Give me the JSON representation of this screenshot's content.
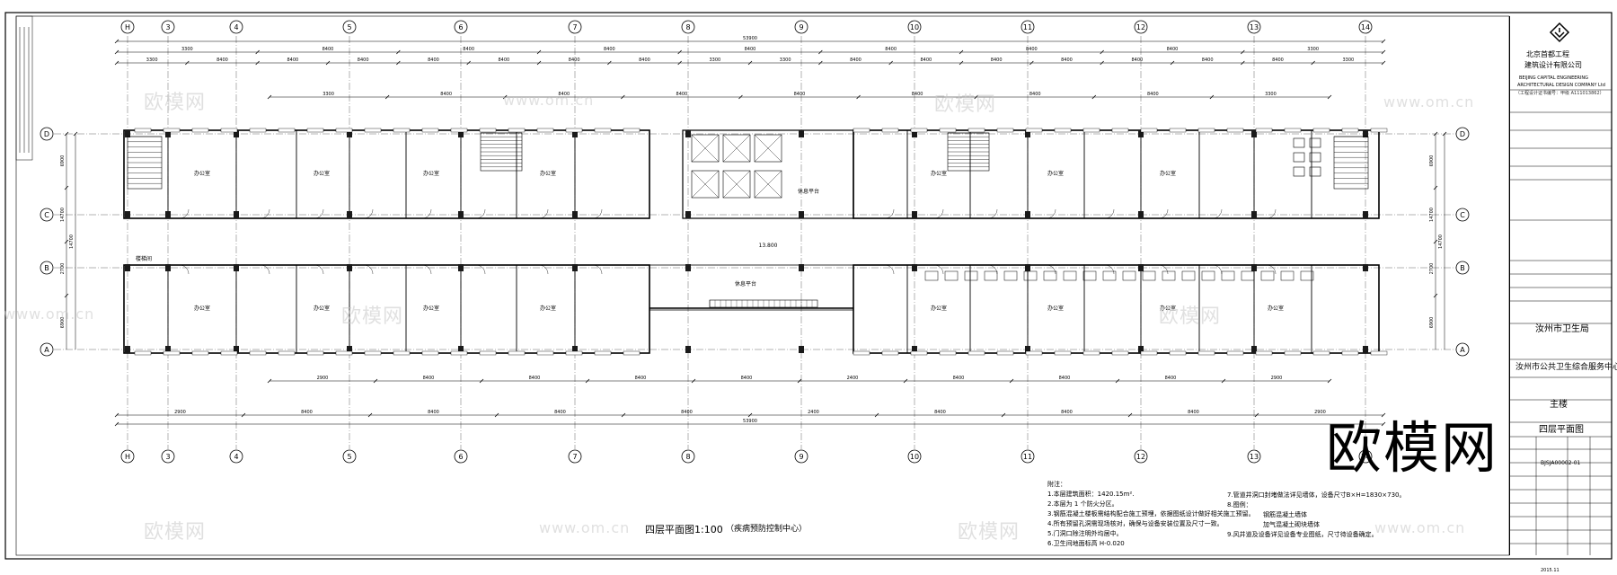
{
  "plan": {
    "title": "四层平面图1:100",
    "subtitle": "（疾病预防控制中心）",
    "total_length": "53900",
    "axis_labels_top": [
      "H",
      "3",
      "4",
      "5",
      "6",
      "7",
      "8",
      "9",
      "10",
      "11",
      "12",
      "13",
      "14"
    ],
    "axis_labels_bottom": [
      "H",
      "3",
      "4",
      "5",
      "6",
      "7",
      "8",
      "9",
      "10",
      "11",
      "12",
      "13",
      "14"
    ],
    "axis_labels_left": [
      "D",
      "C",
      "B",
      "A"
    ],
    "axis_labels_right": [
      "D",
      "C",
      "B",
      "A"
    ],
    "top_dims": [
      "3300",
      "8400",
      "8400",
      "8400",
      "8400",
      "8400",
      "8400",
      "8400",
      "3300"
    ],
    "bottom_dims": [
      "2900",
      "8400",
      "8400",
      "8400",
      "8400",
      "2400",
      "8400",
      "8400",
      "8400",
      "2900"
    ],
    "left_dims": [
      "6900",
      "14700",
      "2700",
      "6900"
    ],
    "room_label": "办公室",
    "corridor_elev": "13.800",
    "platform_label": "休息平台",
    "stair_label": "楼梯间"
  },
  "notes": {
    "heading": "附注：",
    "lines": [
      "1.本层建筑面积：1420.15m².",
      "2.本层为 1 个防火分区。",
      "3.钢筋混凝土楼板需结构配合施工预埋，依据图纸设计做好相关施工预留。",
      "4.所有预留孔洞需现场核对，确保与设备安装位置及尺寸一致。",
      "5.门洞口除注明外均居中。",
      "6.卫生间地面标高 H-0.020"
    ],
    "lines_right": [
      "7.管道井洞口封堵做法详见墙体，设备尺寸B×H=1830×730。",
      "8.图例：",
      "钢筋混凝土墙体",
      "加气混凝土砌块墙体",
      "9.风井道及设备详见设备专业图纸，尺寸待设备确定。"
    ]
  },
  "title_block": {
    "company_cn_1": "北京首都工程",
    "company_cn_2": "建筑设计有限公司",
    "company_en_1": "BEIJING CAPITAL ENGINEERING",
    "company_en_2": "ARCHITECTURAL DESIGN COMPANY Ltd",
    "license": "（工程设计证书编号：甲级 A111013862）",
    "client": "汝州市卫生局",
    "project": "汝州市公共卫生综合服务中心",
    "subitem": "主楼",
    "drawing_name": "四层平面图",
    "drawing_no": "BJSJA00002-01",
    "date": "2015.11"
  },
  "watermarks": {
    "text_cn": "欧模网",
    "text_url": "www.om.cn",
    "big": "欧模网"
  },
  "colors": {
    "line": "#000000",
    "wall": "#1a1a1a",
    "watermark": "#c8c8c8",
    "background": "#ffffff"
  }
}
